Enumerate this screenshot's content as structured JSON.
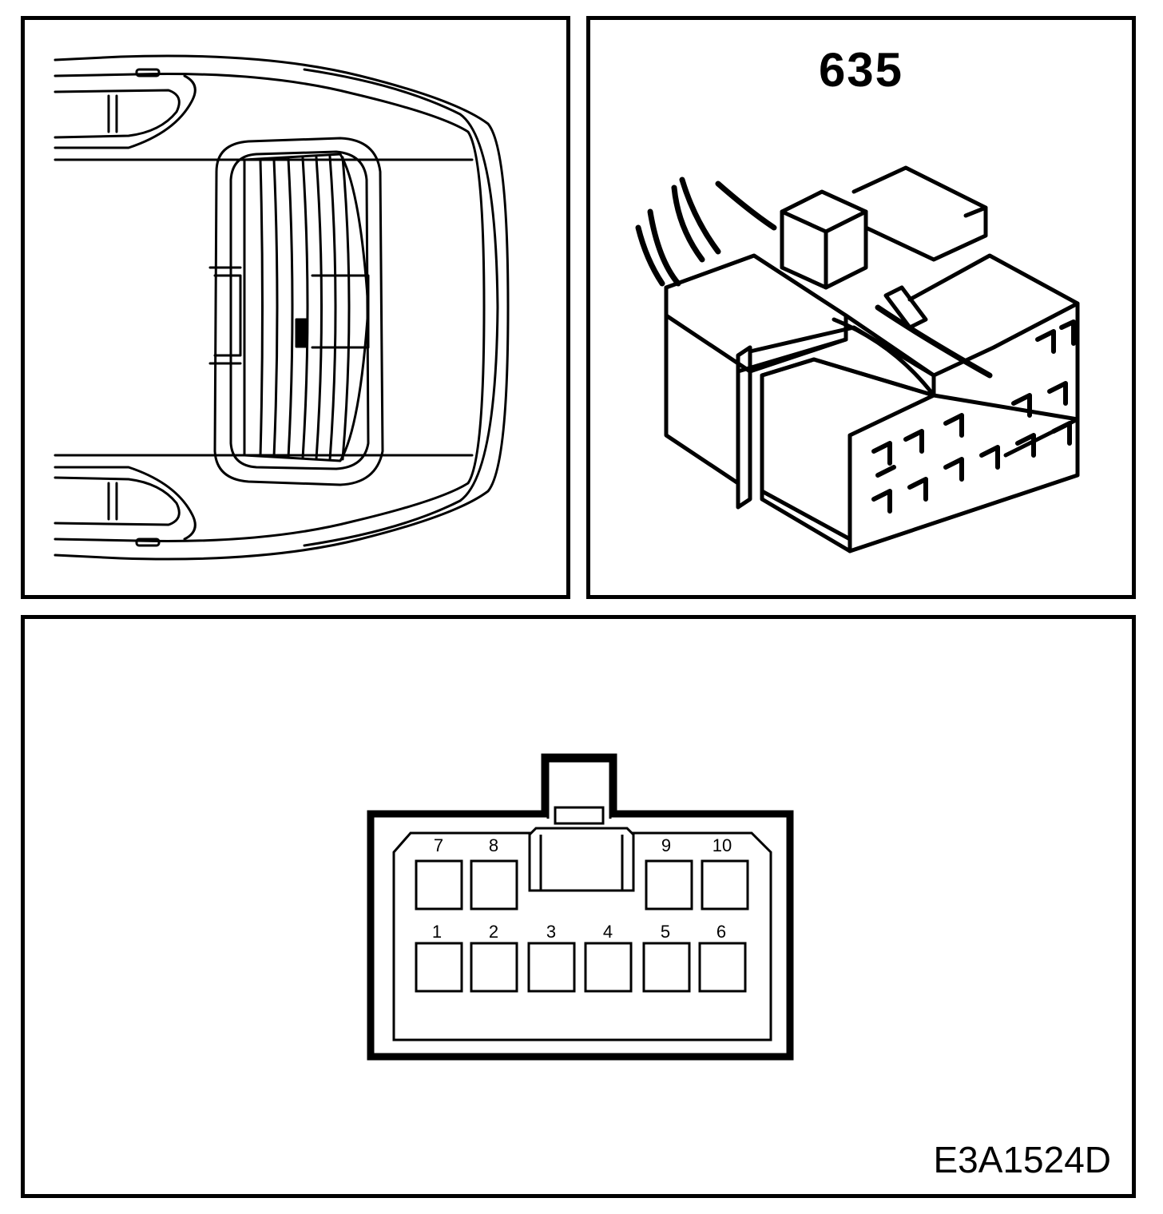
{
  "connector": {
    "id": "635"
  },
  "pinout": {
    "upper_row": [
      "7",
      "8",
      "9",
      "10"
    ],
    "lower_row": [
      "1",
      "2",
      "3",
      "4",
      "5",
      "6"
    ]
  },
  "figure_code": "E3A1524D"
}
